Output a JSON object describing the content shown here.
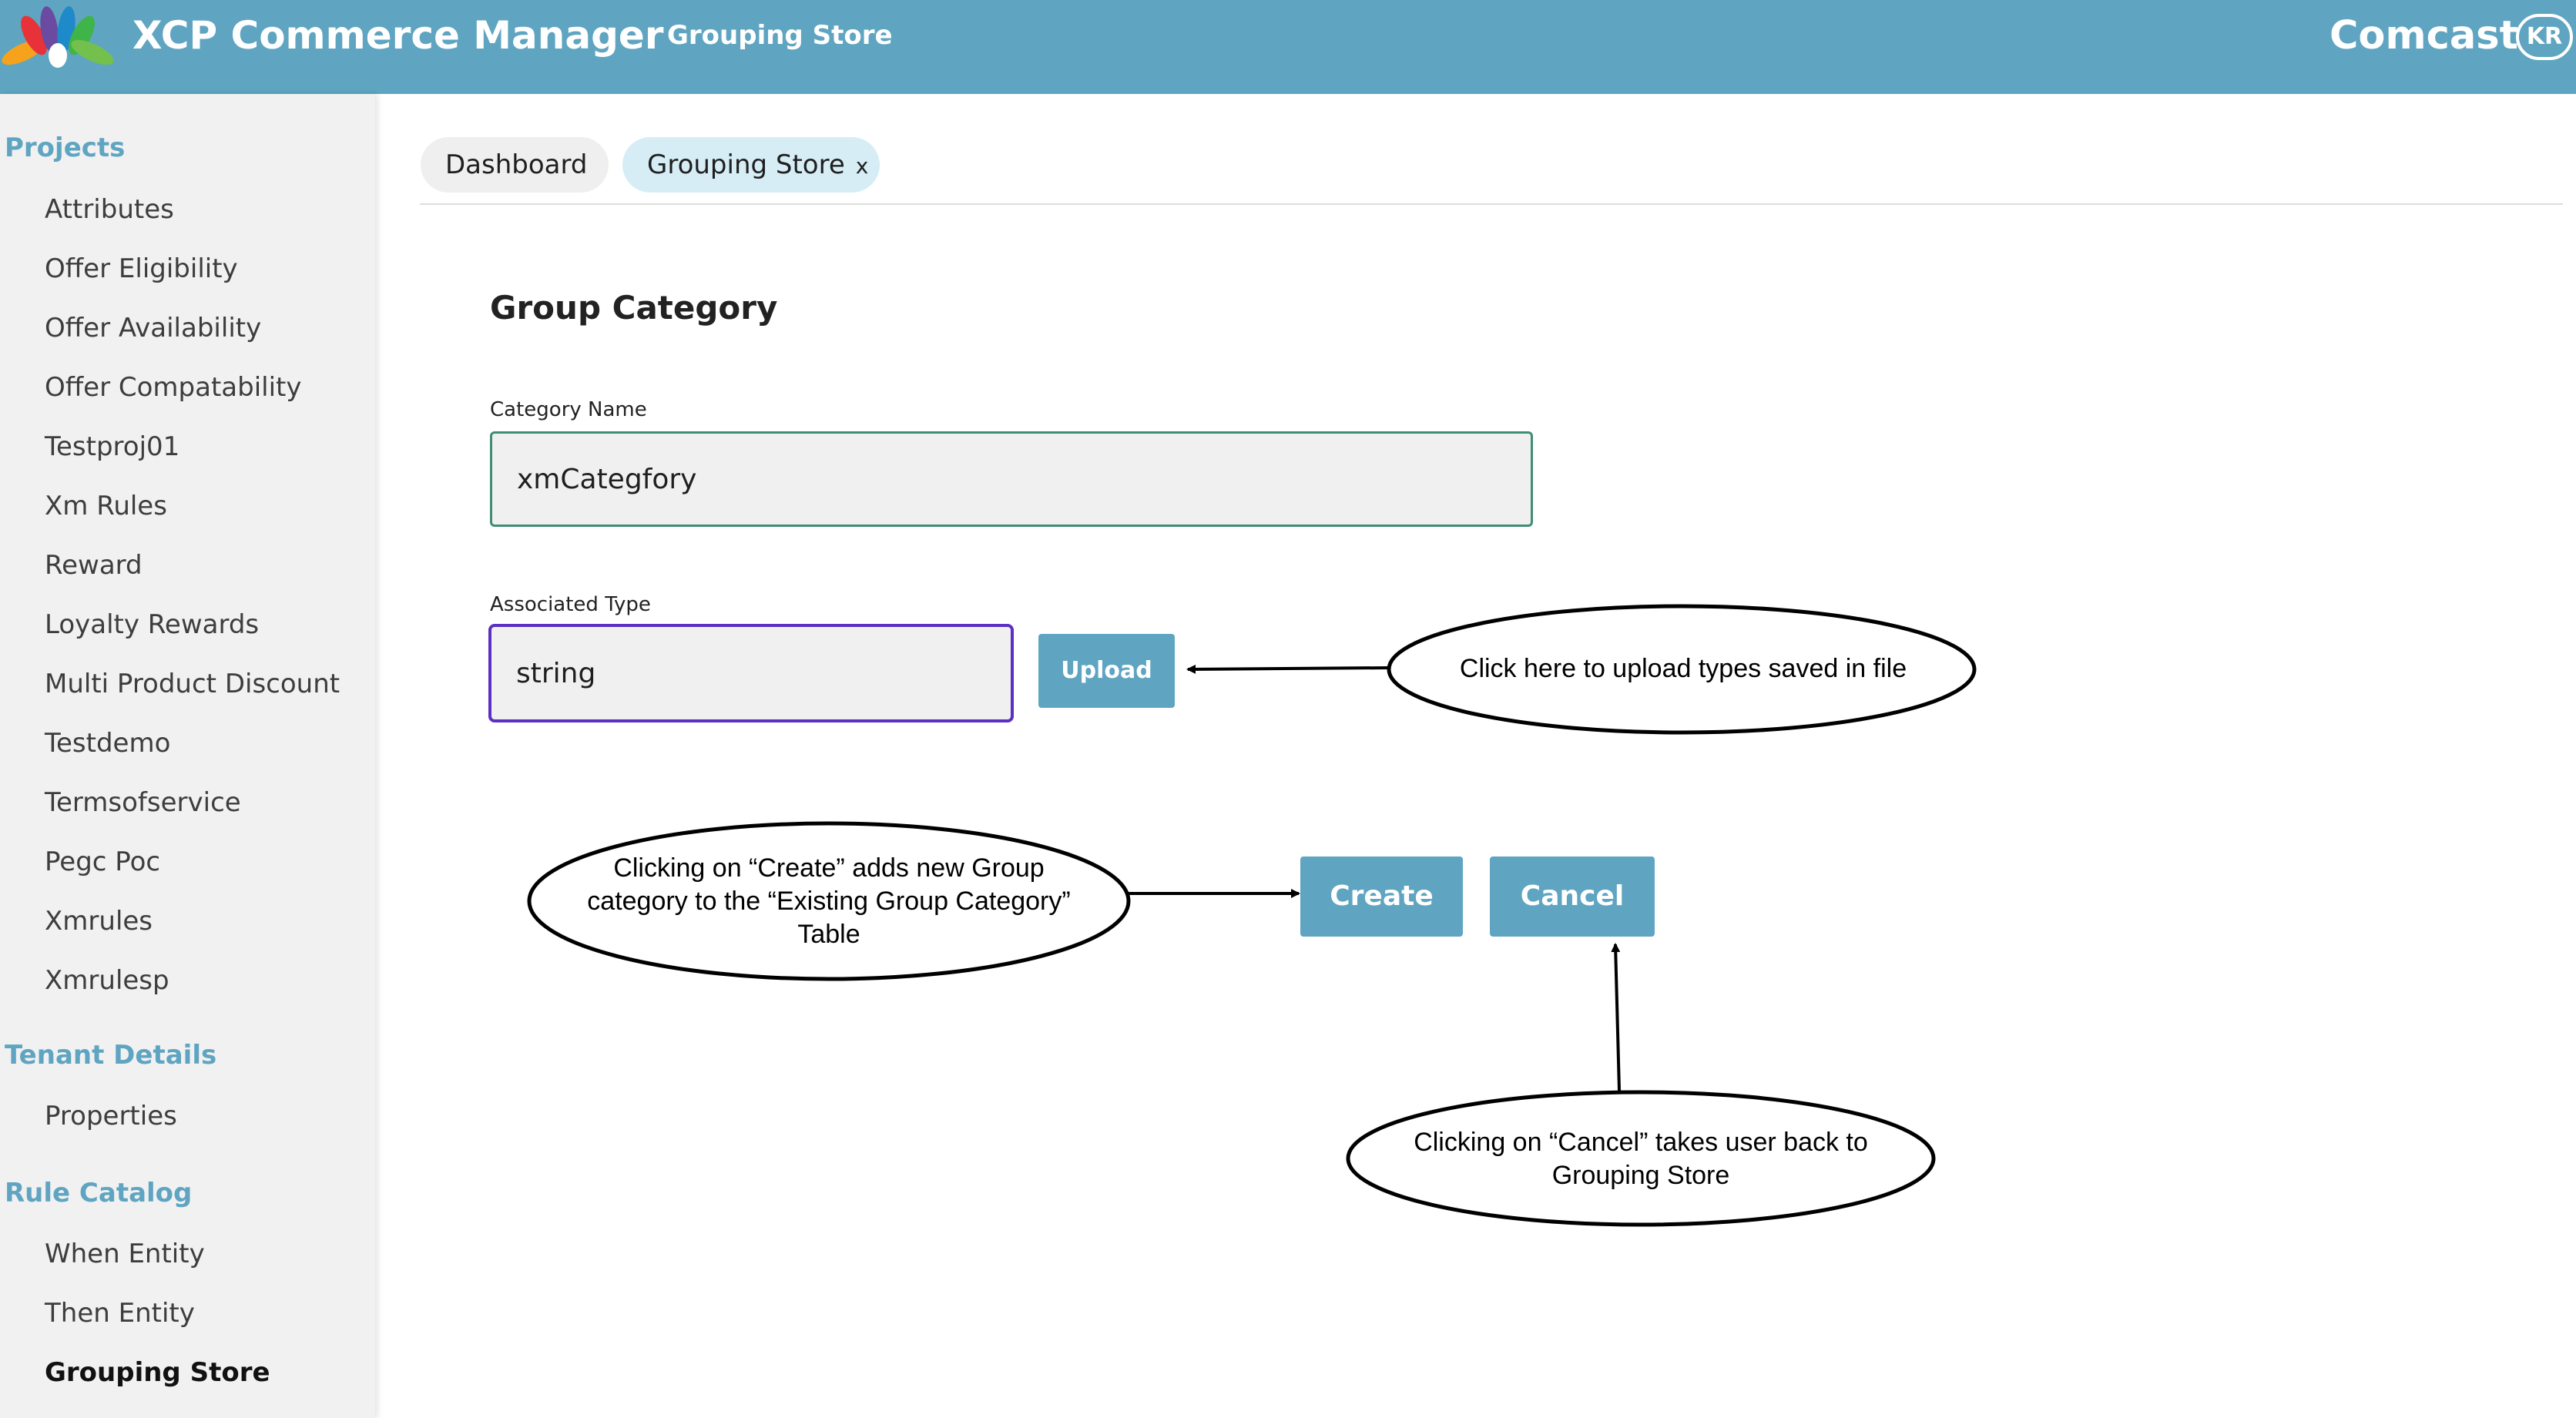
{
  "header": {
    "app_title": "XCP Commerce Manager",
    "store_title": "Grouping Store",
    "brand": "Comcast",
    "avatar_initials": "KR",
    "bar_color": "#5fa5c1"
  },
  "sidebar": {
    "projects_heading": "Projects",
    "projects": [
      "Attributes",
      "Offer Eligibility",
      "Offer Availability",
      "Offer Compatability",
      "Testproj01",
      "Xm Rules",
      "Reward",
      "Loyalty Rewards",
      "Multi Product Discount",
      "Testdemo",
      "Termsofservice",
      "Pegc Poc",
      "Xmrules",
      "Xmrulesp"
    ],
    "tenant_heading": "Tenant Details",
    "tenant_items": [
      "Properties"
    ],
    "catalog_heading": "Rule Catalog",
    "catalog_items": [
      "When Entity",
      "Then Entity",
      "Grouping Store"
    ],
    "active_item": "Grouping Store"
  },
  "tabs": {
    "dashboard": "Dashboard",
    "grouping_store": "Grouping Store",
    "close_glyph": "x"
  },
  "form": {
    "title": "Group Category",
    "category_name_label": "Category Name",
    "category_name_value": "xmCategfory",
    "associated_type_label": "Associated Type",
    "associated_type_value": "string",
    "upload_label": "Upload",
    "create_label": "Create",
    "cancel_label": "Cancel"
  },
  "annotations": {
    "upload_note": "Click here to upload types saved in file",
    "create_note": "Clicking on “Create” adds new Group category to the “Existing Group Category” Table",
    "cancel_note": "Clicking on “Cancel” takes user back to Grouping Store"
  },
  "colors": {
    "accent": "#5fa5c1",
    "name_field_border": "#3f8e73",
    "focused_field_border": "#5b2fc2"
  }
}
